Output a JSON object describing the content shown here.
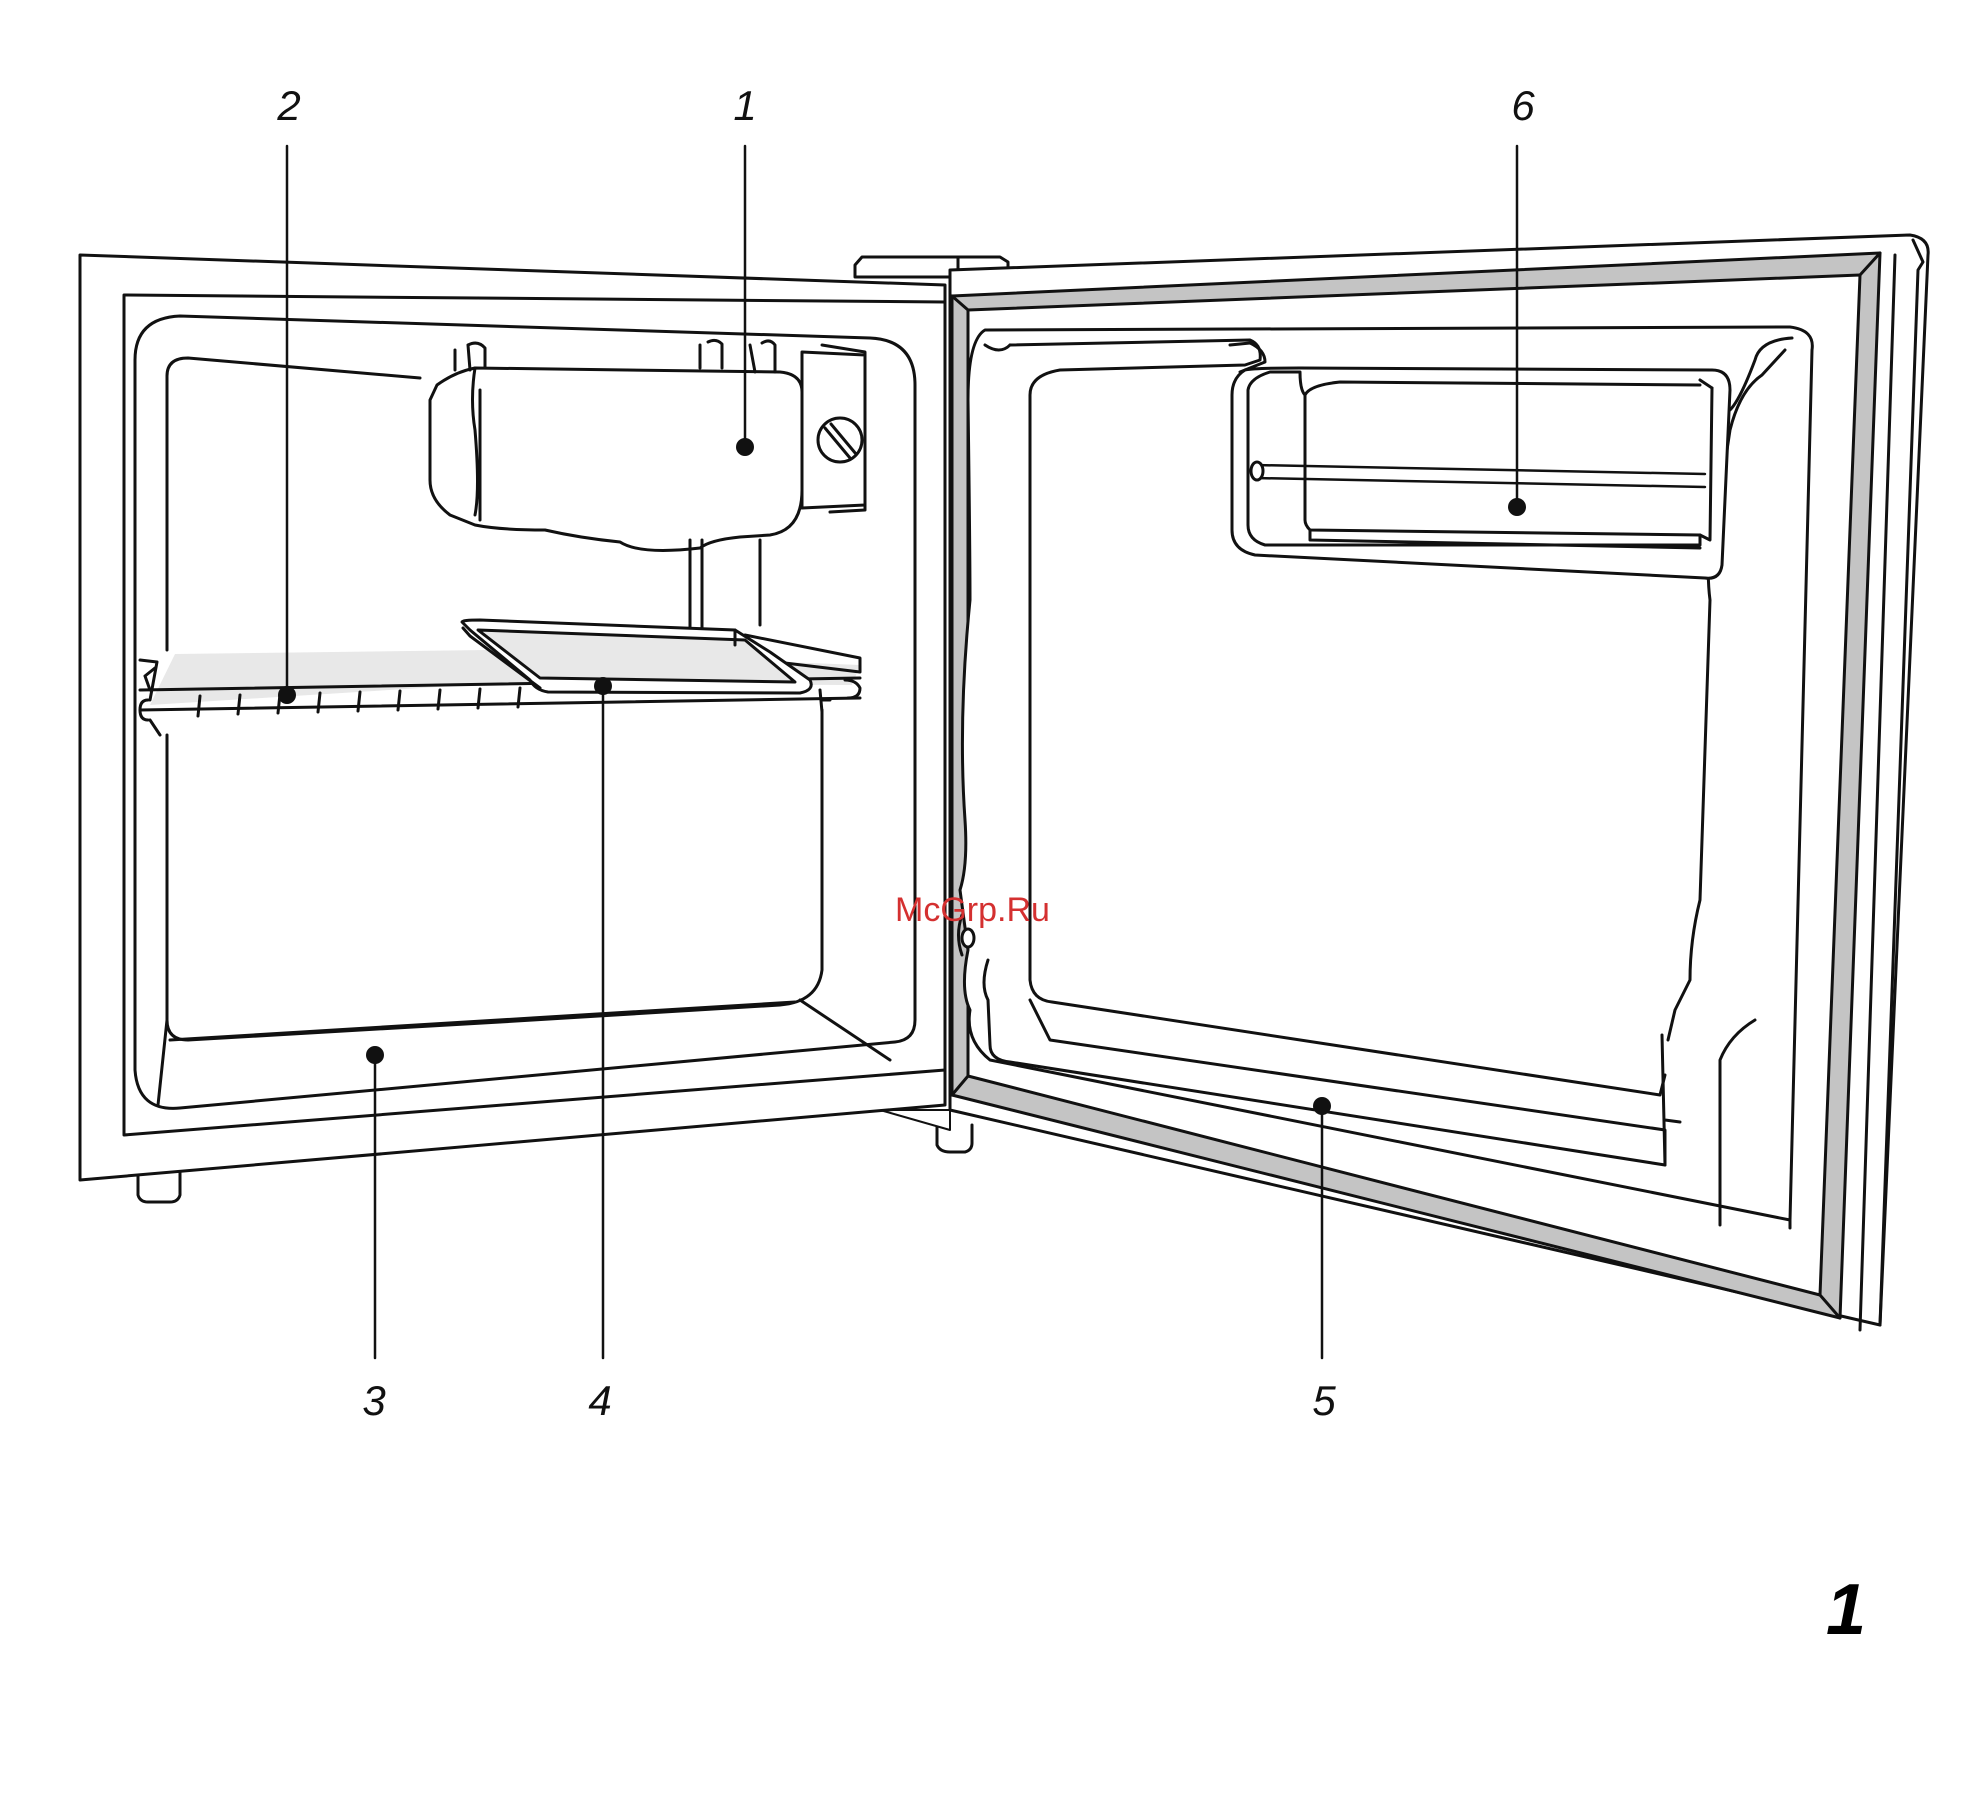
{
  "callouts": [
    {
      "id": "1",
      "label": "1"
    },
    {
      "id": "2",
      "label": "2"
    },
    {
      "id": "3",
      "label": "3"
    },
    {
      "id": "4",
      "label": "4"
    },
    {
      "id": "5",
      "label": "5"
    },
    {
      "id": "6",
      "label": "6"
    }
  ],
  "figure_number": "1",
  "watermark": {
    "text": "McGrp.Ru",
    "color": "#d43030"
  },
  "colors": {
    "line": "#111111",
    "gasket": "#c4c4c4",
    "shade": "#e8e8e8",
    "background": "#ffffff"
  }
}
